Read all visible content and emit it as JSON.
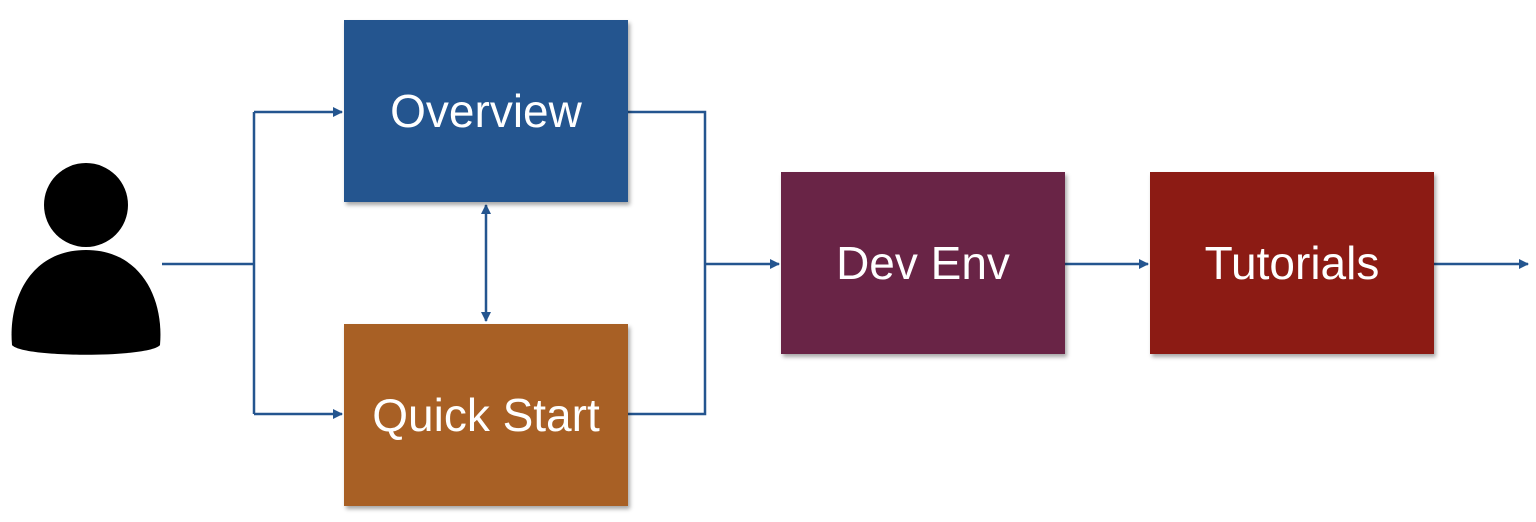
{
  "nodes": {
    "overview": {
      "label": "Overview",
      "color": "#24558F"
    },
    "quickstart": {
      "label": "Quick Start",
      "color": "#A86025"
    },
    "devenv": {
      "label": "Dev Env",
      "color": "#692446"
    },
    "tutorials": {
      "label": "Tutorials",
      "color": "#8C1B14"
    }
  },
  "edges": [
    {
      "from": "user",
      "to": "overview"
    },
    {
      "from": "user",
      "to": "quickstart"
    },
    {
      "from": "overview",
      "to": "quickstart",
      "bidirectional": true
    },
    {
      "from": "overview",
      "to": "devenv"
    },
    {
      "from": "quickstart",
      "to": "devenv"
    },
    {
      "from": "devenv",
      "to": "tutorials"
    },
    {
      "from": "tutorials",
      "to": "next"
    }
  ],
  "colors": {
    "connector": "#24558F",
    "user_icon": "#000000"
  },
  "icons": {
    "user": "person-icon"
  }
}
